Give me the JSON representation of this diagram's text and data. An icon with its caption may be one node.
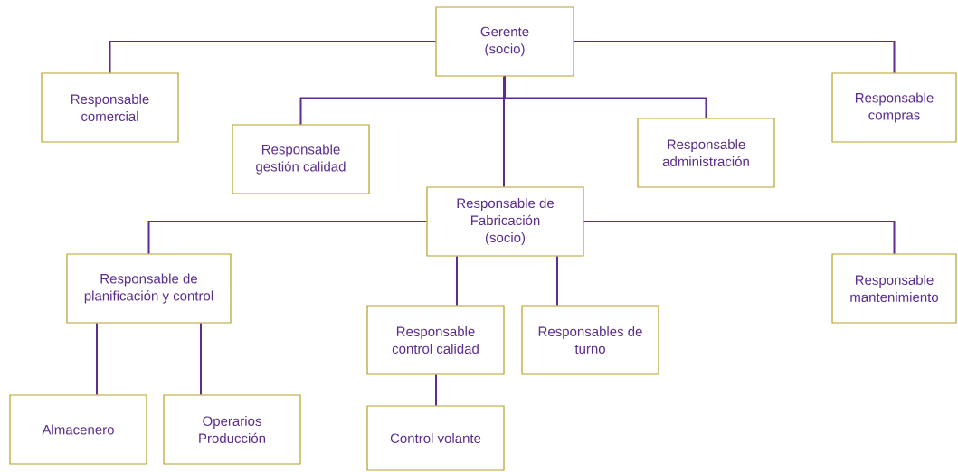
{
  "diagram": {
    "nodes": [
      {
        "text": [
          "Gerente (socio)"
        ]
      },
      {
        "text": [
          "Responsable comercial"
        ]
      },
      {
        "text": [
          "Responsable gestión calidad"
        ]
      },
      {
        "text": [
          "Responsable administración"
        ]
      },
      {
        "text": [
          "Responsable compras"
        ]
      },
      {
        "text": [
          "Responsable de Fabricación (socio)"
        ]
      },
      {
        "text": [
          "Responsable de planificación y control"
        ]
      },
      {
        "text": [
          "Responsable control calidad"
        ]
      },
      {
        "text": [
          "Responsables de turno"
        ]
      },
      {
        "text": [
          "Responsable mantenimiento"
        ]
      },
      {
        "text": [
          "Almacenero"
        ]
      },
      {
        "text": [
          "Operarios Producción"
        ]
      },
      {
        "text": [
          "Control volante"
        ]
      }
    ],
    "edges": [
      {
        "from": 0,
        "to": 1,
        "arrow": "none"
      },
      {
        "from": 0,
        "to": 4,
        "arrow": "none"
      },
      {
        "from": 0,
        "to": 2,
        "arrow": "none"
      },
      {
        "from": 0,
        "to": 3,
        "arrow": "none"
      },
      {
        "from": 0,
        "to": 5,
        "arrow": "none"
      },
      {
        "from": 5,
        "to": 6,
        "arrow": "none"
      },
      {
        "from": 5,
        "to": 9,
        "arrow": "none"
      },
      {
        "from": 5,
        "to": 7,
        "arrow": "none"
      },
      {
        "from": 5,
        "to": 8,
        "arrow": "none"
      },
      {
        "from": 6,
        "to": 10,
        "arrow": "none"
      },
      {
        "from": 6,
        "to": 11,
        "arrow": "none"
      },
      {
        "from": 7,
        "to": 12,
        "arrow": "none"
      }
    ]
  }
}
